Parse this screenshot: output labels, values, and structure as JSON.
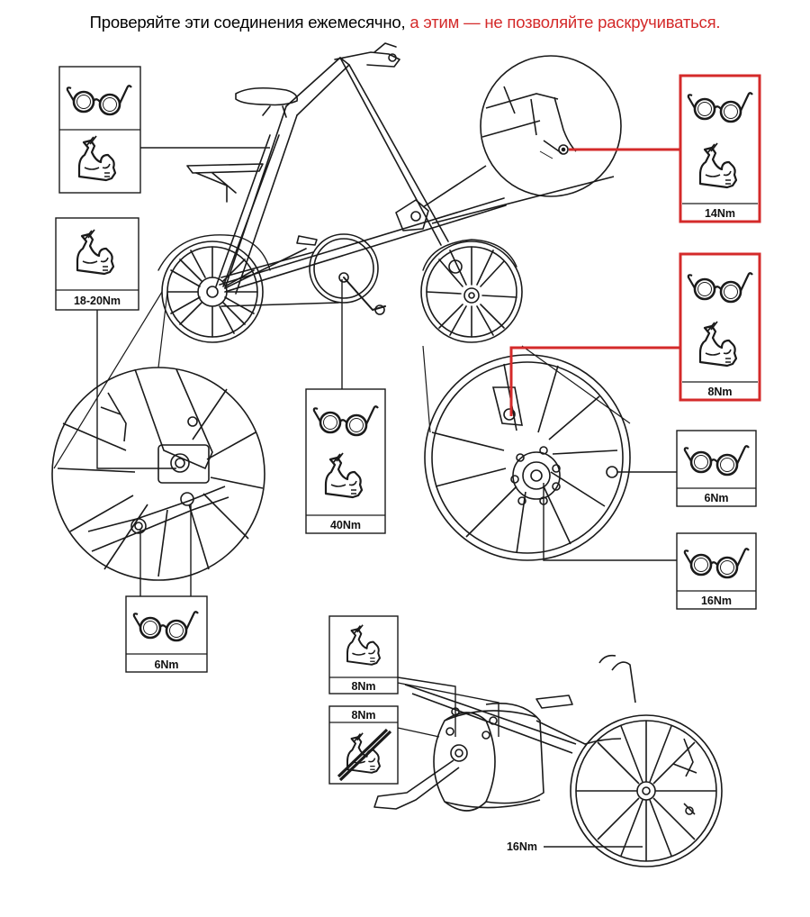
{
  "heading": {
    "main": "Проверяйте эти соединения ежемесячно,",
    "warning": "а этим — не позволяйте раскручиваться."
  },
  "colors": {
    "line": "#1a1a1a",
    "highlight": "#d42a2a",
    "background": "#ffffff"
  },
  "boxes": {
    "seat": {
      "icons": [
        "glasses-icon",
        "wrench-arm-icon"
      ],
      "label": ""
    },
    "rear_axle": {
      "icons": [
        "wrench-arm-icon"
      ],
      "label": "18-20Nm"
    },
    "crank": {
      "icons": [
        "glasses-icon",
        "wrench-arm-icon"
      ],
      "label": "40Nm"
    },
    "hub_bolt": {
      "icons": [
        "glasses-icon"
      ],
      "label": "6Nm"
    },
    "hinge": {
      "icons": [
        "glasses-icon",
        "wrench-arm-icon"
      ],
      "label": "14Nm",
      "highlighted": true
    },
    "front_fork": {
      "icons": [
        "glasses-icon",
        "wrench-arm-icon"
      ],
      "label": "8Nm",
      "highlighted": true
    },
    "front_disc": {
      "icons": [
        "glasses-icon"
      ],
      "label": "6Nm"
    },
    "front_axle": {
      "icons": [
        "glasses-icon"
      ],
      "label": "16Nm"
    },
    "belt_guard": {
      "icons": [
        "wrench-arm-icon"
      ],
      "label": "8Nm"
    },
    "belt_guard_no": {
      "icons": [
        "no-tighten-icon"
      ],
      "label": "8Nm"
    },
    "rear_detail": {
      "label": "16Nm"
    }
  }
}
